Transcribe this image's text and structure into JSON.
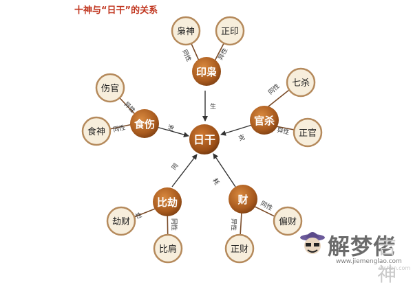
{
  "title": "十神与“日干”的关系",
  "center": {
    "label": "日干"
  },
  "nodes": {
    "yinxiao": "印枭",
    "xiaoshen": "枭神",
    "zhengyin": "正印",
    "guansha": "官杀",
    "qisha": "七杀",
    "zhengguan": "正官",
    "cai": "财",
    "piancai": "偏财",
    "zhengcai": "正财",
    "bijie": "比劫",
    "jiecai": "劫财",
    "bijian": "比肩",
    "shishang": "食伤",
    "shangguan": "伤官",
    "shishen": "食神"
  },
  "edges": {
    "sheng": "生",
    "ke": "克",
    "xie": "泄",
    "tong": "同",
    "hao": "耗",
    "tongxing": "同性",
    "yixing": "异性"
  },
  "watermark": {
    "brand": "解梦佬",
    "ghost": "吉神",
    "url": "www.jiemenglao.com",
    "url2": "dishen.com"
  },
  "colors": {
    "title": "#c0341d",
    "primary_node": "#a85a1e",
    "secondary_fill": "#f7eedc",
    "secondary_ring": "#b58a5c"
  }
}
